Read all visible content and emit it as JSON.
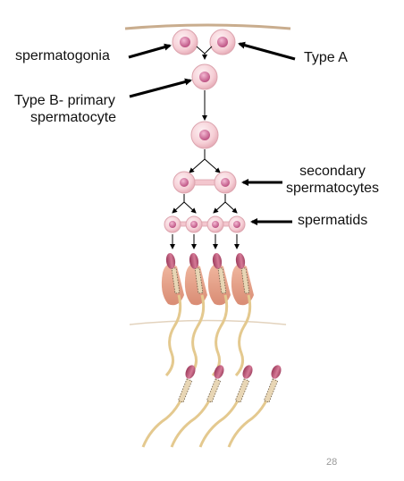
{
  "labels": {
    "spermatogonia": "spermatogonia",
    "type_a": "Type A",
    "type_b_line1": "Type B- primary",
    "type_b_line2": "spermatocyte",
    "secondary_line1": "secondary",
    "secondary_line2": "spermatocytes",
    "spermatids": "spermatids"
  },
  "page_number": "28",
  "colors": {
    "cell_fill": "#f7d0d6",
    "cell_stroke": "#d9a0aa",
    "nucleus": "#c95a8a",
    "membrane": "#c8a98a",
    "sertoli": "#e8a28a",
    "tail": "#e7cd96",
    "head": "#b24d6e",
    "arrow": "#000000"
  }
}
